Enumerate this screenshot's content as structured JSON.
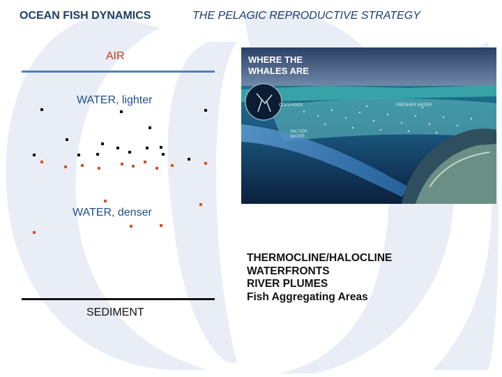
{
  "header": {
    "left_title": "OCEAN FISH DYNAMICS",
    "right_title": "THE PELAGIC REPRODUCTIVE STRATEGY"
  },
  "diagram": {
    "air_label": "AIR",
    "water_lighter_label": "WATER, lighter",
    "water_denser_label": "WATER, denser",
    "sediment_label": "SEDIMENT"
  },
  "photo": {
    "headline_line1": "WHERE THE",
    "headline_line2": "WHALES ARE",
    "label_copepods": "COPEPODS",
    "label_fresher_water": "FRESHER WATER",
    "label_saltier_water_1": "SALTIER",
    "label_saltier_water_2": "WATER"
  },
  "features": [
    "THERMOCLINE/HALOCLINE",
    "WATERFRONTS",
    "RIVER PLUMES",
    "Fish Aggregating Areas"
  ],
  "colors": {
    "title": "#1f3d63",
    "air": "#c4381b",
    "water": "#1f4f86",
    "air_line": "#4f7fc0",
    "orange_dot": "#d9531e",
    "black_dot": "#111111"
  }
}
